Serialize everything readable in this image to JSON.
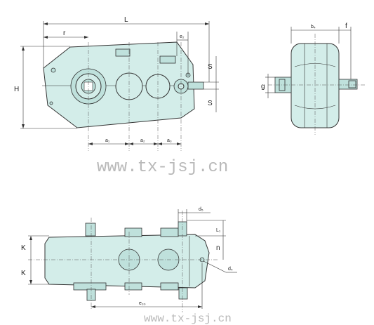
{
  "labels": {
    "L": "L",
    "r": "r",
    "e2": "e₂",
    "H": "H",
    "S_top": "S",
    "S_bottom": "S",
    "a1": "a₁",
    "a2": "a₂",
    "a3": "a₃",
    "b4": "b₄",
    "f": "f",
    "g": "g",
    "d5": "d₅",
    "L1": "L₁",
    "K_top": "K",
    "K_bottom": "K",
    "n": "n",
    "d4": "d₄",
    "e30": "e₃₀"
  },
  "watermark": {
    "main": "www.tx-jsj.cn",
    "footer": "www.tx-jsj.cn"
  },
  "colors": {
    "body_fill": "#d3ede9",
    "line": "#333333",
    "watermark": "#b9b9b9"
  }
}
